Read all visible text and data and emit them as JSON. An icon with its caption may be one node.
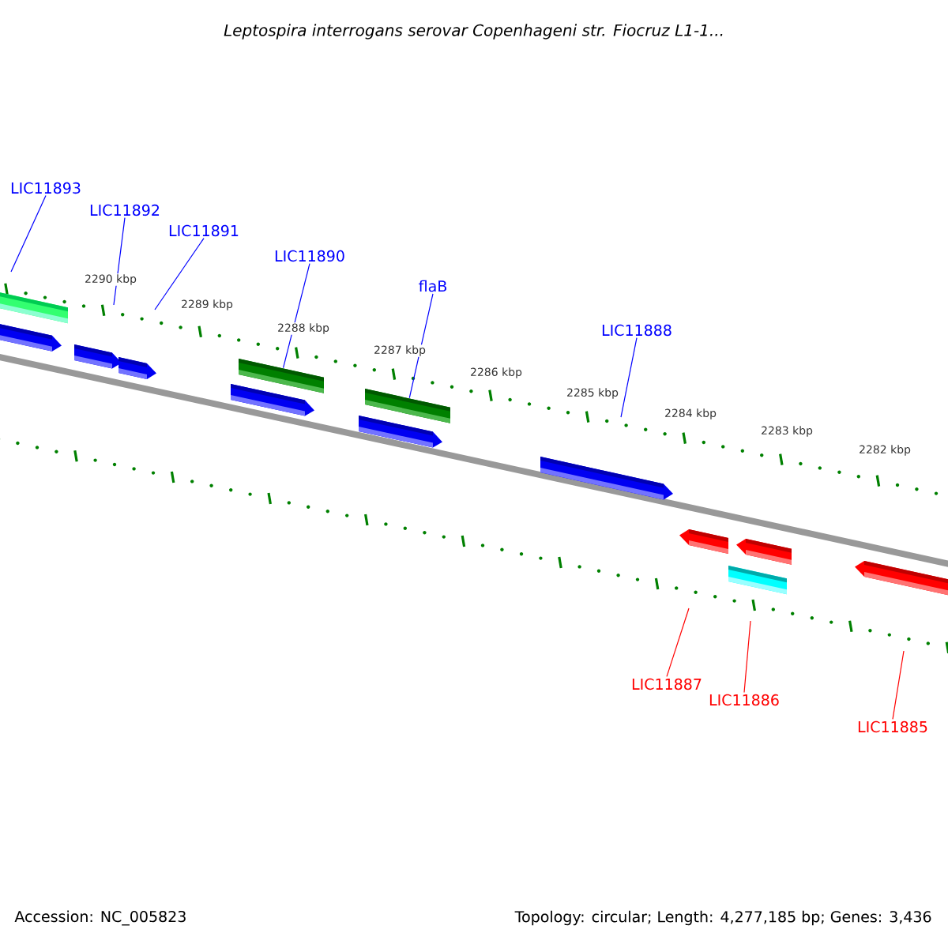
{
  "diagram": {
    "title": "*Leptospira interrogans serovar Copenhageni str. Fiocruz L1-1...*",
    "nodes": [
      {
        "text": [
          "LIC11893"
        ]
      },
      {
        "text": [
          "LIC11892"
        ]
      },
      {
        "text": [
          "LIC11891"
        ]
      },
      {
        "text": [
          "LIC11890"
        ]
      },
      {
        "text": [
          "flaB"
        ]
      },
      {
        "text": [
          "LIC11888"
        ]
      },
      {
        "text": [
          "LIC11887"
        ]
      },
      {
        "text": [
          "LIC11886"
        ]
      },
      {
        "text": [
          "LIC11885"
        ]
      },
      {
        "text": [],
        "shape": "bar"
      },
      {
        "text": [],
        "shape": "bar"
      }
    ],
    "edges": [
      {
        "from": 0,
        "to": null,
        "arrow": "none"
      },
      {
        "from": 1,
        "to": null,
        "arrow": "none"
      },
      {
        "from": 2,
        "to": null,
        "arrow": "none"
      },
      {
        "from": 3,
        "to": 9,
        "arrow": "none"
      },
      {
        "from": 4,
        "to": 10,
        "arrow": "none"
      },
      {
        "from": 5,
        "to": null,
        "arrow": "none"
      },
      {
        "from": 6,
        "to": null,
        "arrow": "none",
        "color": "#ff0000"
      },
      {
        "from": 7,
        "to": null,
        "arrow": "none",
        "color": "#ff0000"
      },
      {
        "from": 8,
        "to": null,
        "arrow": "none",
        "color": "#ff0000"
      }
    ],
    "labels": [
      "2290 kbp",
      "2289 kbp",
      "2288 kbp",
      "2287 kbp",
      "2286 kbp",
      "2285 kbp",
      "2284 kbp",
      "2283 kbp",
      "2282 kbp",
      "Accession: NC_005823",
      "Topology: circular; Length: 4,277,185 bp; Genes: 3,436"
    ]
  }
}
